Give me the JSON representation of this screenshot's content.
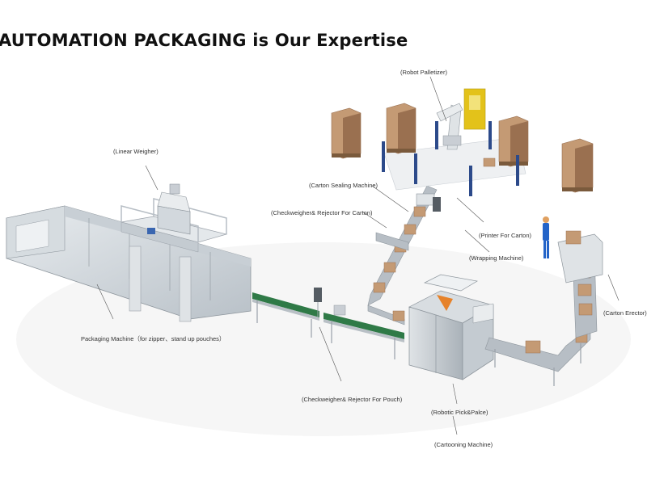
{
  "title": "AUTOMATION PACKAGING is Our Expertise",
  "labels": {
    "robot_palletizer": "(Robot Palletizer)",
    "linear_weigher": "(Linear Weigher)",
    "carton_sealing": "(Carton Sealing Machine)",
    "checkweigher_carton": "(Checkweigher& Rejector For Carton)",
    "printer_carton": "(Printer For Carton)",
    "wrapping_machine": "(Wrapping Machine)",
    "carton_erector": "(Carton Erector)",
    "packaging_machine": "Packaging Machine（for zipper、stand up pouches）",
    "checkweigher_pouch": "(Checkweigher& Rejector For Pouch)",
    "robotic_pick": "(Robotic Pick&Palce)",
    "cartoning_machine": "(Cartooning Machine)"
  },
  "colors": {
    "frame": "#c9ced4",
    "frame_dark": "#9aa1a9",
    "conveyor_belt": "#2f7a47",
    "carton": "#c49a74",
    "carton_dark": "#9a7050",
    "pallet_column": "#2c4a8a",
    "robot_yellow": "#e3c21a",
    "operator_blue": "#2464c8"
  }
}
